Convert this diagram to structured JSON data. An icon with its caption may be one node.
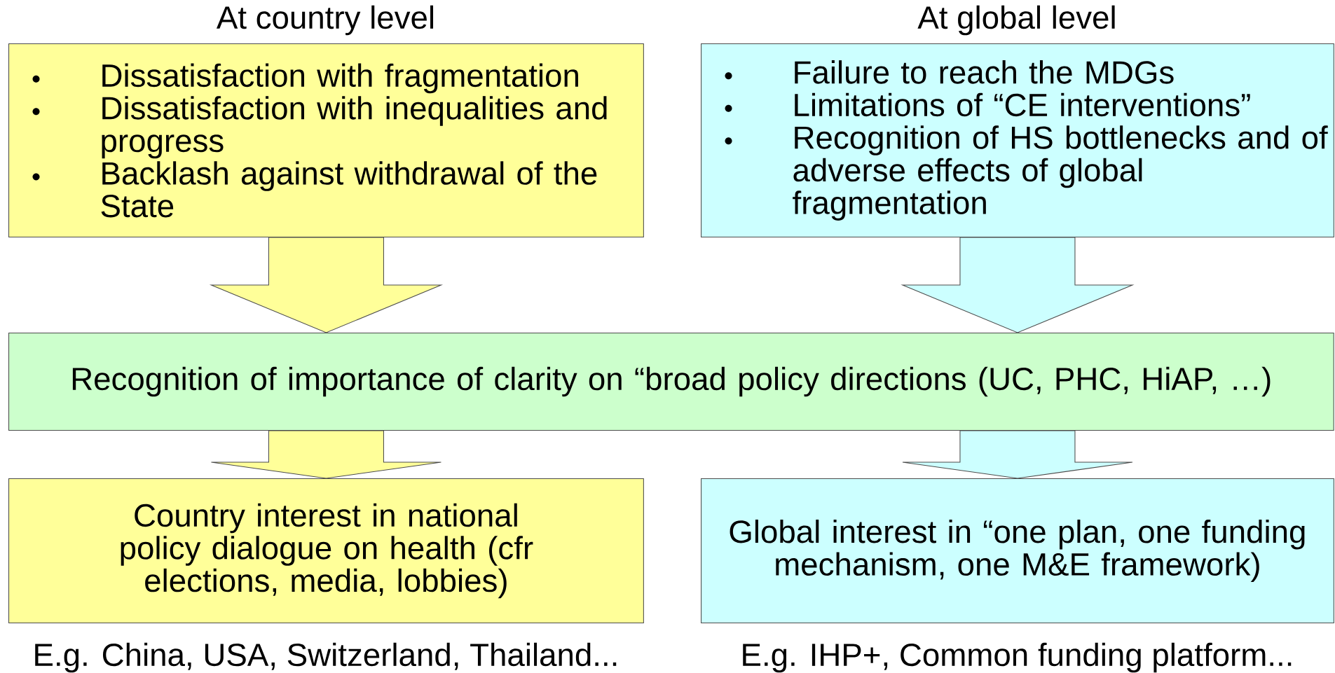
{
  "diagram": {
    "nodes": [
      {
        "text": [
          "At country level",
          "Dissatisfaction with fragmentation",
          "Dissatisfaction with inequalities and progress",
          "Backlash against withdrawal of the State"
        ]
      },
      {
        "text": [
          "At global level",
          "Failure to reach the MDGs",
          "Limitations of “CE interventions”",
          "Recognition of HS bottlenecks and of adverse effects of global fragmentation"
        ]
      },
      {
        "text": [
          "Recognition of importance of clarity on “broad policy directions (UC, PHC, HiAP, …)"
        ]
      },
      {
        "text": [
          "Country interest in national policy dialogue on health (cfr elections, media, lobbies)"
        ],
        "beside": [
          "E.g. China, USA, Switzerland, Thailand..."
        ]
      },
      {
        "text": [
          "Global interest in “one plan, one funding mechanism, one M&E framework)"
        ],
        "beside": [
          "E.g. IHP+, Common funding platform..."
        ]
      }
    ],
    "edges": [
      {
        "from": 0,
        "to": 2,
        "arrow": "to",
        "color": "#ffff99"
      },
      {
        "from": 1,
        "to": 2,
        "arrow": "to",
        "color": "#ccffff"
      },
      {
        "from": 2,
        "to": 3,
        "arrow": "to",
        "color": "#ffff99"
      },
      {
        "from": 2,
        "to": 4,
        "arrow": "to",
        "color": "#ccffff"
      }
    ]
  }
}
